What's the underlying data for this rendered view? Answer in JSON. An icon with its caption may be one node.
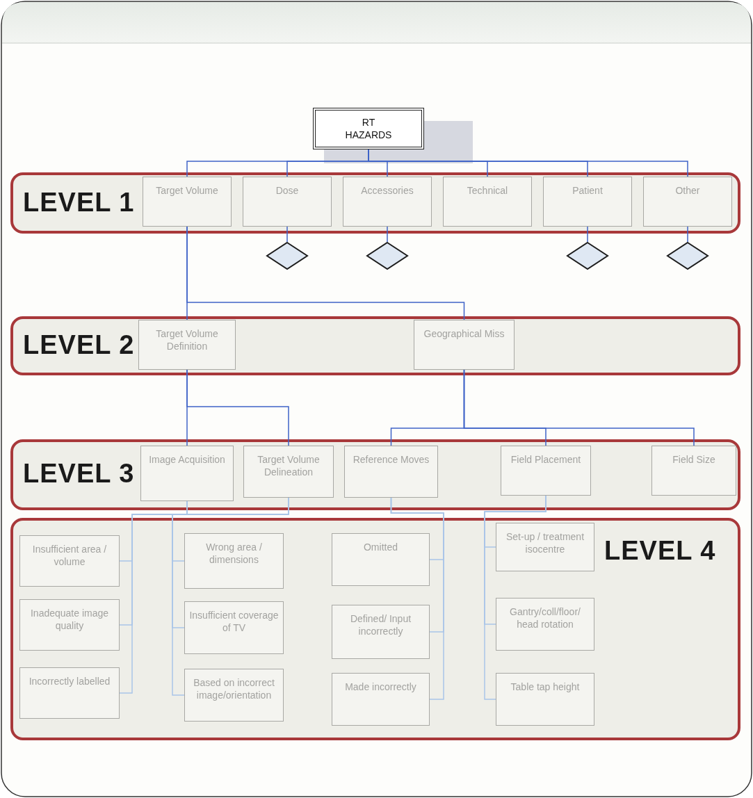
{
  "diagram": {
    "nodes": [
      {
        "text": [
          "RT HAZARDS"
        ]
      },
      {
        "text": [
          "LEVEL 1"
        ]
      },
      {
        "text": [
          "Target Volume"
        ],
        "in": 1
      },
      {
        "text": [
          "Dose"
        ],
        "in": 1
      },
      {
        "text": [
          "Accessories"
        ],
        "in": 1
      },
      {
        "text": [
          "Technical"
        ],
        "in": 1
      },
      {
        "text": [
          "Patient"
        ],
        "in": 1
      },
      {
        "text": [
          "Other"
        ],
        "in": 1
      },
      {
        "text": [],
        "shape": "diamond"
      },
      {
        "text": [],
        "shape": "diamond"
      },
      {
        "text": [],
        "shape": "diamond"
      },
      {
        "text": [],
        "shape": "diamond"
      },
      {
        "text": [
          "LEVEL 2"
        ]
      },
      {
        "text": [
          "Target Volume Definition"
        ],
        "in": 12
      },
      {
        "text": [
          "Geographical Miss"
        ],
        "in": 12
      },
      {
        "text": [
          "LEVEL 3"
        ]
      },
      {
        "text": [
          "Image Acquisition"
        ],
        "in": 15
      },
      {
        "text": [
          "Target Volume Delineation"
        ],
        "in": 15
      },
      {
        "text": [
          "Reference Moves"
        ],
        "in": 15
      },
      {
        "text": [
          "Field Placement"
        ],
        "in": 15
      },
      {
        "text": [
          "Field Size"
        ],
        "in": 15
      },
      {
        "text": [
          "LEVEL 4"
        ]
      },
      {
        "text": [
          "Insufficient area / volume"
        ],
        "in": 21
      },
      {
        "text": [
          "Inadequate image quality"
        ],
        "in": 21
      },
      {
        "text": [
          "Incorrectly labelled"
        ],
        "in": 21
      },
      {
        "text": [
          "Wrong area / dimensions"
        ],
        "in": 21
      },
      {
        "text": [
          "Insufficient coverage of TV"
        ],
        "in": 21
      },
      {
        "text": [
          "Based on incorrect image/orientation"
        ],
        "in": 21
      },
      {
        "text": [
          "Omitted"
        ],
        "in": 21
      },
      {
        "text": [
          "Defined/ Input incorrectly"
        ],
        "in": 21
      },
      {
        "text": [
          "Made incorrectly"
        ],
        "in": 21
      },
      {
        "text": [
          "Set-up / treatment isocentre"
        ],
        "in": 21
      },
      {
        "text": [
          "Gantry/coll/floor/ head rotation"
        ],
        "in": 21
      },
      {
        "text": [
          "Table tap height"
        ],
        "in": 21
      }
    ],
    "edges": [
      {
        "from": 0,
        "to": 2,
        "arrow": "none"
      },
      {
        "from": 0,
        "to": 3,
        "arrow": "none"
      },
      {
        "from": 0,
        "to": 4,
        "arrow": "none"
      },
      {
        "from": 0,
        "to": 5,
        "arrow": "none"
      },
      {
        "from": 0,
        "to": 6,
        "arrow": "none"
      },
      {
        "from": 0,
        "to": 7,
        "arrow": "none"
      },
      {
        "from": 3,
        "to": 8,
        "arrow": "none"
      },
      {
        "from": 4,
        "to": 9,
        "arrow": "none"
      },
      {
        "from": 6,
        "to": 10,
        "arrow": "none"
      },
      {
        "from": 7,
        "to": 11,
        "arrow": "none"
      },
      {
        "from": 2,
        "to": 13,
        "arrow": "none"
      },
      {
        "from": 2,
        "to": 14,
        "arrow": "none"
      },
      {
        "from": 13,
        "to": 16,
        "arrow": "none"
      },
      {
        "from": 13,
        "to": 17,
        "arrow": "none"
      },
      {
        "from": 14,
        "to": 18,
        "arrow": "none"
      },
      {
        "from": 14,
        "to": 19,
        "arrow": "none"
      },
      {
        "from": 14,
        "to": 20,
        "arrow": "none"
      },
      {
        "from": 16,
        "to": 22,
        "arrow": "none",
        "color": "#a9c5e8"
      },
      {
        "from": 16,
        "to": 23,
        "arrow": "none",
        "color": "#a9c5e8"
      },
      {
        "from": 16,
        "to": 24,
        "arrow": "none",
        "color": "#a9c5e8"
      },
      {
        "from": 17,
        "to": 25,
        "arrow": "none",
        "color": "#a9c5e8"
      },
      {
        "from": 17,
        "to": 26,
        "arrow": "none",
        "color": "#a9c5e8"
      },
      {
        "from": 17,
        "to": 27,
        "arrow": "none",
        "color": "#a9c5e8"
      },
      {
        "from": 18,
        "to": 28,
        "arrow": "none",
        "color": "#a9c5e8"
      },
      {
        "from": 18,
        "to": 29,
        "arrow": "none",
        "color": "#a9c5e8"
      },
      {
        "from": 18,
        "to": 30,
        "arrow": "none",
        "color": "#a9c5e8"
      },
      {
        "from": 19,
        "to": 31,
        "arrow": "none",
        "color": "#a9c5e8"
      },
      {
        "from": 19,
        "to": 32,
        "arrow": "none",
        "color": "#a9c5e8"
      },
      {
        "from": 19,
        "to": 33,
        "arrow": "none",
        "color": "#a9c5e8"
      }
    ]
  }
}
